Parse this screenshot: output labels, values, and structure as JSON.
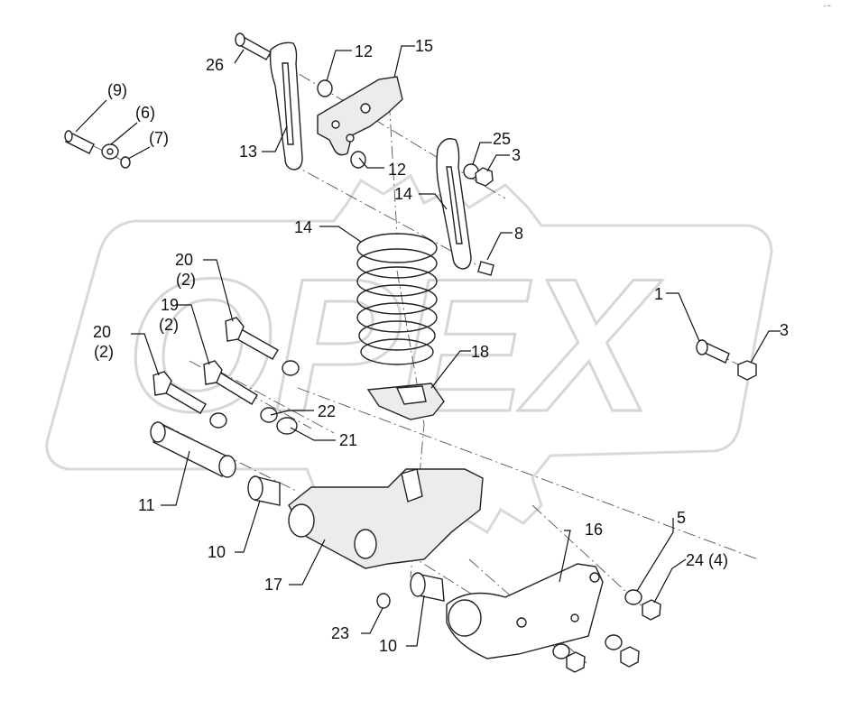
{
  "corner_mark": "⸙ ▪▪",
  "watermark": {
    "text": "OPEX"
  },
  "callouts": [
    "1",
    "3",
    "3",
    "5",
    "8",
    "10",
    "10",
    "11",
    "12",
    "12",
    "13",
    "14",
    "14",
    "15",
    "16",
    "17",
    "18",
    "19",
    "(2)",
    "20",
    "(2)",
    "20",
    "(2)",
    "21",
    "22",
    "23",
    "24 (4)",
    "25",
    "26",
    "(9)",
    "(6)",
    "(7)"
  ]
}
